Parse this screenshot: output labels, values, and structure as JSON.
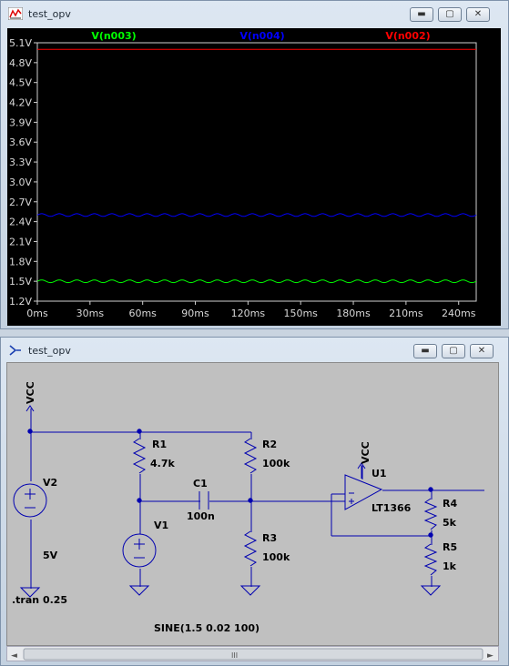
{
  "plot_window": {
    "title": "test_opv",
    "buttons": {
      "minimize": "▬",
      "maximize": "▢",
      "close": "✕"
    }
  },
  "chart_data": {
    "type": "line",
    "x_ticks": [
      "0ms",
      "30ms",
      "60ms",
      "90ms",
      "120ms",
      "150ms",
      "180ms",
      "210ms",
      "240ms"
    ],
    "y_ticks": [
      "1.2V",
      "1.5V",
      "1.8V",
      "2.1V",
      "2.4V",
      "2.7V",
      "3.0V",
      "3.3V",
      "3.6V",
      "3.9V",
      "4.2V",
      "4.5V",
      "4.8V",
      "5.1V"
    ],
    "xlim": [
      0,
      250
    ],
    "ylim": [
      1.2,
      5.1
    ],
    "series": [
      {
        "name": "V(n003)",
        "color": "#00ff00",
        "offset": 1.5,
        "amplitude": 0.02,
        "freq_hz": 100
      },
      {
        "name": "V(n004)",
        "color": "#0000ff",
        "offset": 2.5,
        "amplitude": 0.02,
        "freq_hz": 100
      },
      {
        "name": "V(n002)",
        "color": "#ff0000",
        "offset": 5.0,
        "amplitude": 0.0,
        "freq_hz": 0
      }
    ],
    "grid": false
  },
  "schematic_window": {
    "title": "test_opv",
    "buttons": {
      "minimize": "▬",
      "maximize": "▢",
      "close": "✕"
    }
  },
  "schematic": {
    "labels": {
      "vcc1": "VCC",
      "vcc2": "VCC",
      "v2": "V2",
      "v2_value": "5V",
      "v1": "V1",
      "v1_value": "SINE(1.5 0.02 100)",
      "r1": "R1",
      "r1_value": "4.7k",
      "r2": "R2",
      "r2_value": "100k",
      "r3": "R3",
      "r3_value": "100k",
      "r4": "R4",
      "r4_value": "5k",
      "r5": "R5",
      "r5_value": "1k",
      "c1": "C1",
      "c1_value": "100n",
      "u1": "U1",
      "u1_value": "LT1366",
      "directive": ".tran 0.25"
    },
    "wire_color": "#0000b0"
  },
  "scrollbar": {
    "thumb_label": "III"
  }
}
